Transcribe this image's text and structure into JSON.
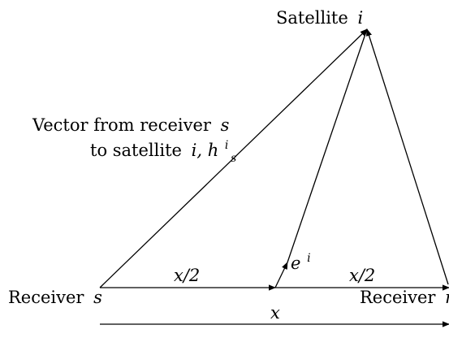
{
  "labels": {
    "satellite": "Satellite",
    "satellite_index": "i",
    "vector_line1": "Vector from receiver",
    "vector_line1_sym": "s",
    "vector_line2": "to satellite",
    "vector_line2_sym": "i, ",
    "vector_h": "h",
    "vector_h_sup": "i",
    "vector_h_sub": "s",
    "half_left": "x/2",
    "half_right": "x/2",
    "e_base": "e",
    "e_sup": "i",
    "receiver_s": "Receiver",
    "receiver_s_sym": "s",
    "receiver_m": "Receiver",
    "receiver_m_sym": "m",
    "baseline_x": "x"
  },
  "colors": {
    "ink": "#000000",
    "background": "#ffffff"
  }
}
